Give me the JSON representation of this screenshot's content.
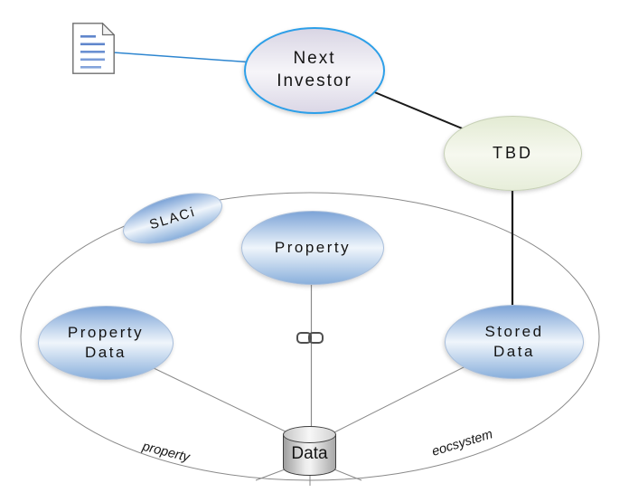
{
  "nodes": {
    "next_investor": {
      "lines": [
        "Next",
        "Investor"
      ]
    },
    "tbd": {
      "label": "TBD"
    },
    "slaci": {
      "label": "SLACi"
    },
    "property": {
      "label": "Property"
    },
    "property_data": {
      "lines": [
        "Property",
        "Data"
      ]
    },
    "stored_data": {
      "lines": [
        "Stored",
        "Data"
      ]
    },
    "data_store": {
      "label": "Data"
    }
  },
  "boundary": {
    "left_label": "property",
    "right_label": "eocsystem"
  },
  "icons": {
    "document": "document-icon",
    "chain_link": "chain-link-icon"
  },
  "colors": {
    "blue_node_top": "#7da4d7",
    "blue_node_mid": "#eff5fb",
    "blue_node_bottom": "#8ab0dc",
    "next_investor_fill": "#d9d5e4",
    "next_investor_stroke": "#2d9fe8",
    "tbd_fill": "#e3ebd3",
    "edge_blue": "#2e86d0",
    "edge_black": "#1a1a1a",
    "edge_gray": "#8a8a8a",
    "boundary_stroke": "#8a8a8a",
    "cylinder_fill": "#c9c9c9",
    "document_line_blue": "#5f86cc"
  }
}
